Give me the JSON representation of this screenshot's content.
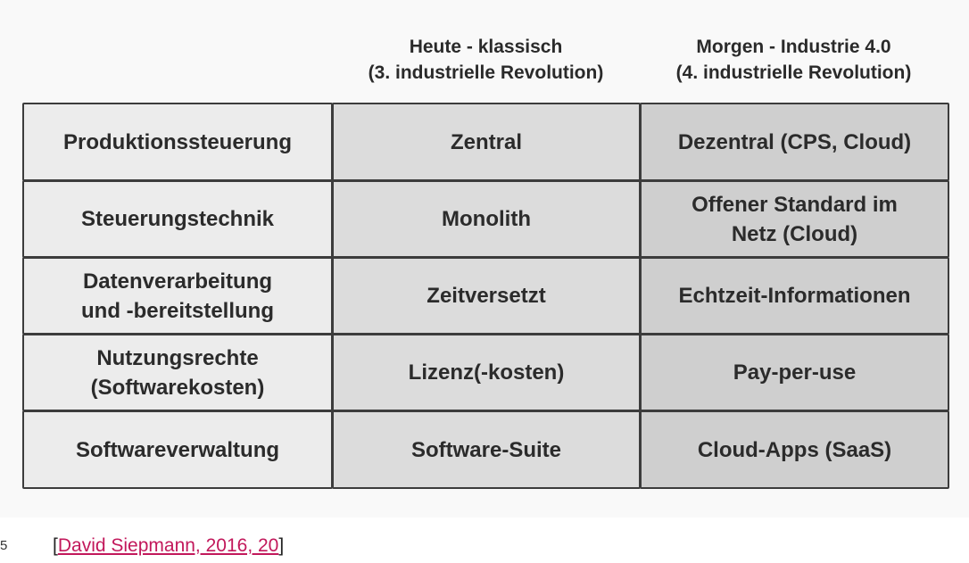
{
  "column_headers": [
    {
      "line1": "Heute - klassisch",
      "line2": "(3. industrielle Revolution)"
    },
    {
      "line1": "Morgen - Industrie 4.0",
      "line2": "(4. industrielle Revolution)"
    }
  ],
  "rows": [
    {
      "aspect": "Produktionssteuerung",
      "heute": "Zentral",
      "morgen": "Dezentral (CPS, Cloud)"
    },
    {
      "aspect": "Steuerungstechnik",
      "heute": "Monolith",
      "morgen": "Offener Standard im\nNetz (Cloud)"
    },
    {
      "aspect": "Datenverarbeitung\nund -bereitstellung",
      "heute": "Zeitversetzt",
      "morgen": "Echtzeit-Informationen"
    },
    {
      "aspect": "Nutzungsrechte\n(Softwarekosten)",
      "heute": "Lizenz(-kosten)",
      "morgen": "Pay-per-use"
    },
    {
      "aspect": "Softwareverwaltung",
      "heute": "Software-Suite",
      "morgen": "Cloud-Apps (SaaS)"
    }
  ],
  "caption": {
    "number": "5",
    "bracket_open": "[",
    "link_text": "David Siepmann, 2016, 20",
    "bracket_close": "]"
  },
  "colors": {
    "aspect_cell": "#ececec",
    "heute_cell": "#dcdcdc",
    "morgen_cell": "#cfcfcf",
    "border": "#3c3c3c",
    "link": "#c2185b"
  }
}
